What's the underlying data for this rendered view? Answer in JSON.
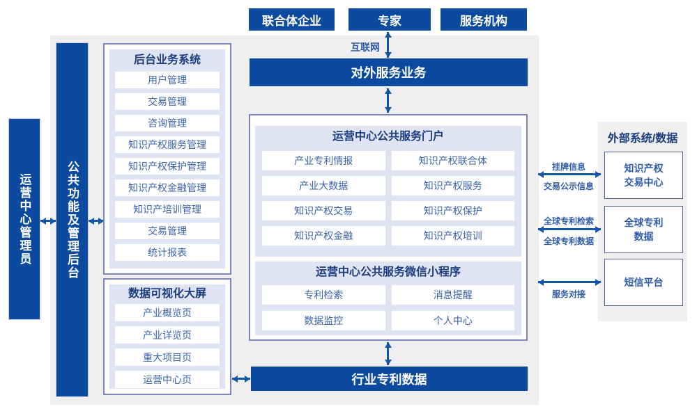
{
  "top_actors": [
    "联合体企业",
    "专家",
    "服务机构"
  ],
  "internet_label": "互联网",
  "external_service_bar": "对外服务业务",
  "admin_bar": "运营中心管理员",
  "backend_bar": "公共功能及管理后台",
  "industry_patent_bar": "行业专利数据",
  "backend_system": {
    "title": "后台业务系统",
    "items": [
      "用户管理",
      "交易管理",
      "咨询管理",
      "知识产权服务管理",
      "知识产权保护管理",
      "知识产权金融管理",
      "知识产培训管理",
      "交易管理",
      "统计报表"
    ]
  },
  "dashboard": {
    "title": "数据可视化大屏",
    "items": [
      "产业概览页",
      "产业详览页",
      "重大项目页",
      "运营中心页"
    ]
  },
  "portal": {
    "title": "运营中心公共服务门户",
    "items": [
      "产业专利情报",
      "知识产权联合体",
      "产业大数据",
      "知识产权服务",
      "知识产权交易",
      "知识产权保护",
      "知识产权金融",
      "知识产权培训"
    ]
  },
  "miniprogram": {
    "title": "运营中心公共服务微信小程序",
    "items": [
      "专利检索",
      "消息提醒",
      "数据监控",
      "个人中心"
    ]
  },
  "external_panel": {
    "title": "外部系统/数据",
    "boxes": [
      "知识产权\n交易中心",
      "全球专利\n数据",
      "短信平台"
    ]
  },
  "link_labels": {
    "listing_top": "挂牌信息",
    "listing_bottom": "交易公示信息",
    "patent_search": "全球专利检索",
    "patent_data": "全球专利数据",
    "service": "服务对接"
  },
  "colors": {
    "dark_blue": "#0b4a9e",
    "arrow_blue": "#1256a8",
    "lavender": "#dfe3f2",
    "panel_gray": "#efeff0"
  }
}
